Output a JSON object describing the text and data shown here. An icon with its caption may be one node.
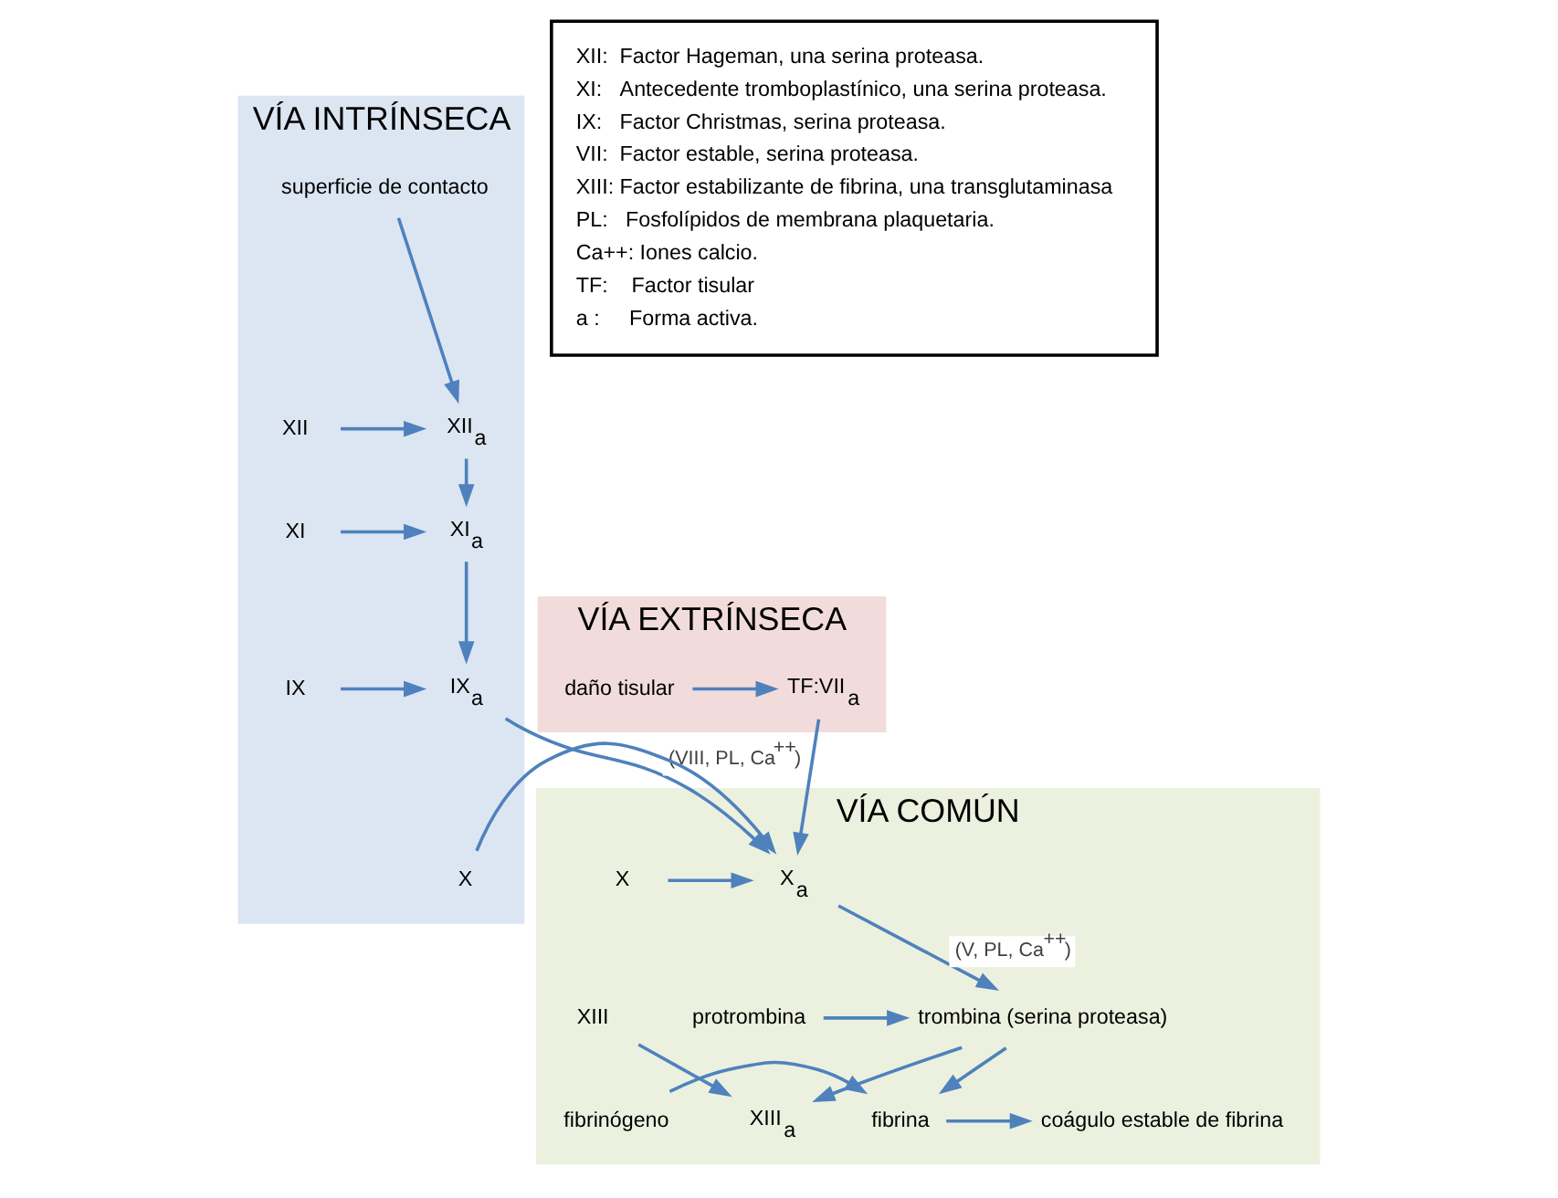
{
  "diagram": {
    "nodes": [
      {
        "text": [
          "VÍA INTRÍNSECA"
        ]
      },
      {
        "text": [
          "superficie de contacto"
        ],
        "in": 0
      },
      {
        "text": [
          "XII"
        ],
        "in": 0
      },
      {
        "text": [
          "XII$_{a}$"
        ],
        "in": 0
      },
      {
        "text": [
          "XI"
        ],
        "in": 0
      },
      {
        "text": [
          "XI$_{a}$"
        ],
        "in": 0
      },
      {
        "text": [
          "IX"
        ],
        "in": 0
      },
      {
        "text": [
          "IX$_{a}$"
        ],
        "in": 0
      },
      {
        "text": [
          "X"
        ],
        "in": 0
      },
      {
        "text": [
          "XII:  Factor Hageman, una serina proteasa.",
          "XI:   Antecedente tromboplastínico, una serina proteasa.",
          "IX:   Factor Christmas, serina proteasa.",
          "VII:  Factor estable, serina proteasa.",
          "XIII: Factor estabilizante de fibrina, una transglutaminasa",
          "PL:   Fosfolípidos de membrana plaquetaria.",
          "Ca++: Iones calcio.",
          "TF:    Factor tisular",
          "a :     Forma activa."
        ]
      },
      {
        "text": [
          "VÍA EXTRÍNSECA"
        ]
      },
      {
        "text": [
          "TF:VII$_{a}$"
        ],
        "in": 10
      },
      {
        "text": [
          "daño tisular"
        ],
        "in": 10
      },
      {
        "text": [
          "VÍA COMÚN"
        ]
      },
      {
        "text": [
          "X$_{a}$"
        ],
        "in": 13
      },
      {
        "text": [
          "X"
        ],
        "in": 13
      },
      {
        "text": [
          "protrombina"
        ],
        "in": 13
      },
      {
        "text": [
          "trombina (serina proteasa)"
        ],
        "in": 13
      },
      {
        "text": [
          "XIII"
        ],
        "in": 13
      },
      {
        "text": [
          "XIII$_{a}$"
        ],
        "in": 13
      },
      {
        "text": [
          "fibrinógeno"
        ],
        "in": 13
      },
      {
        "text": [
          "fibrina"
        ],
        "in": 13
      },
      {
        "text": [
          "coágulo estable de fibrina"
        ],
        "in": 13
      }
    ],
    "edges": [
      {
        "from": 1,
        "to": 3,
        "arrow": "to"
      },
      {
        "from": 2,
        "to": 3,
        "arrow": "to"
      },
      {
        "from": 3,
        "to": 5,
        "arrow": "to"
      },
      {
        "from": 4,
        "to": 5,
        "arrow": "to"
      },
      {
        "from": 5,
        "to": 7,
        "arrow": "to"
      },
      {
        "from": 6,
        "to": 7,
        "arrow": "to"
      },
      {
        "from": 7,
        "to": 14,
        "arrow": "to",
        "label": "(VIII, PL, Ca$^{++}$)"
      },
      {
        "from": 8,
        "to": 14,
        "arrow": "to"
      },
      {
        "from": 12,
        "to": 11,
        "arrow": "to"
      },
      {
        "from": 11,
        "to": 14,
        "arrow": "to"
      },
      {
        "from": 15,
        "to": 14,
        "arrow": "to"
      },
      {
        "from": 14,
        "to": 17,
        "arrow": "to",
        "label": "(V, PL, Ca$^{++}$)"
      },
      {
        "from": 16,
        "to": 17,
        "arrow": "to"
      },
      {
        "from": 17,
        "to": 19,
        "arrow": "to"
      },
      {
        "from": 18,
        "to": 19,
        "arrow": "to"
      },
      {
        "from": 17,
        "to": 21,
        "arrow": "to"
      },
      {
        "from": 20,
        "to": 21,
        "arrow": "to"
      },
      {
        "from": 21,
        "to": 22,
        "arrow": "to"
      }
    ]
  }
}
